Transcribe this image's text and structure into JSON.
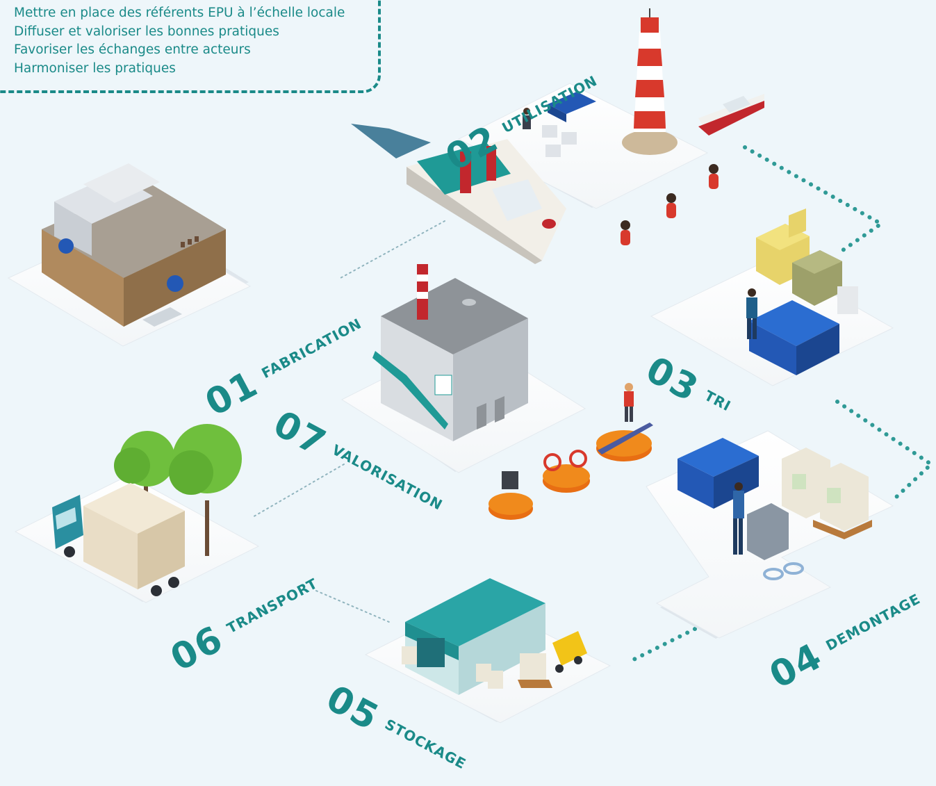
{
  "objectives": [
    "Mettre en place des référents EPU à l’échelle locale",
    "Diffuser et valoriser les bonnes pratiques",
    "Favoriser les échanges entre acteurs",
    "Harmoniser les pratiques"
  ],
  "steps": [
    {
      "number": "01",
      "name": "FABRICATION"
    },
    {
      "number": "02",
      "name": "UTILISATION"
    },
    {
      "number": "03",
      "name": "TRI"
    },
    {
      "number": "04",
      "name": "DEMONTAGE"
    },
    {
      "number": "05",
      "name": "STOCKAGE"
    },
    {
      "number": "06",
      "name": "TRANSPORT"
    },
    {
      "number": "07",
      "name": "VALORISATION"
    }
  ],
  "colors": {
    "accent": "#1a8a88",
    "background": "#eef6fa",
    "platform": "#ffffff",
    "crate_blue": "#2358b5",
    "orange": "#f08a1c"
  }
}
